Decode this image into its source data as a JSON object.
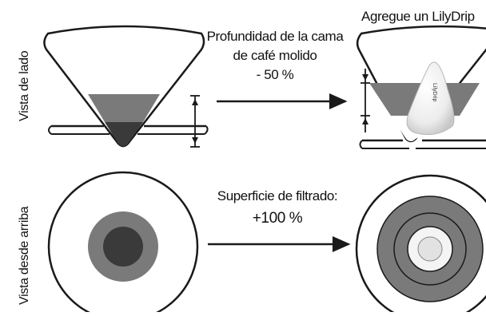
{
  "labels": {
    "side_view": "Vista de lado",
    "top_view": "Vista desde arriba",
    "add_product": "Agregue un LilyDrip",
    "depth_line1": "Profundidad de la cama",
    "depth_line2": "de café molido",
    "depth_line3": "- 50 %",
    "surface_line1": "Superficie de filtrado:",
    "surface_line2": "+100 %",
    "insert_brand": "LilyDrip"
  },
  "colors": {
    "outline": "#1a1a1a",
    "coffee_bed": "#7a7a7a",
    "coffee_core": "#3a3a3a",
    "insert": "#f2f2f2"
  }
}
